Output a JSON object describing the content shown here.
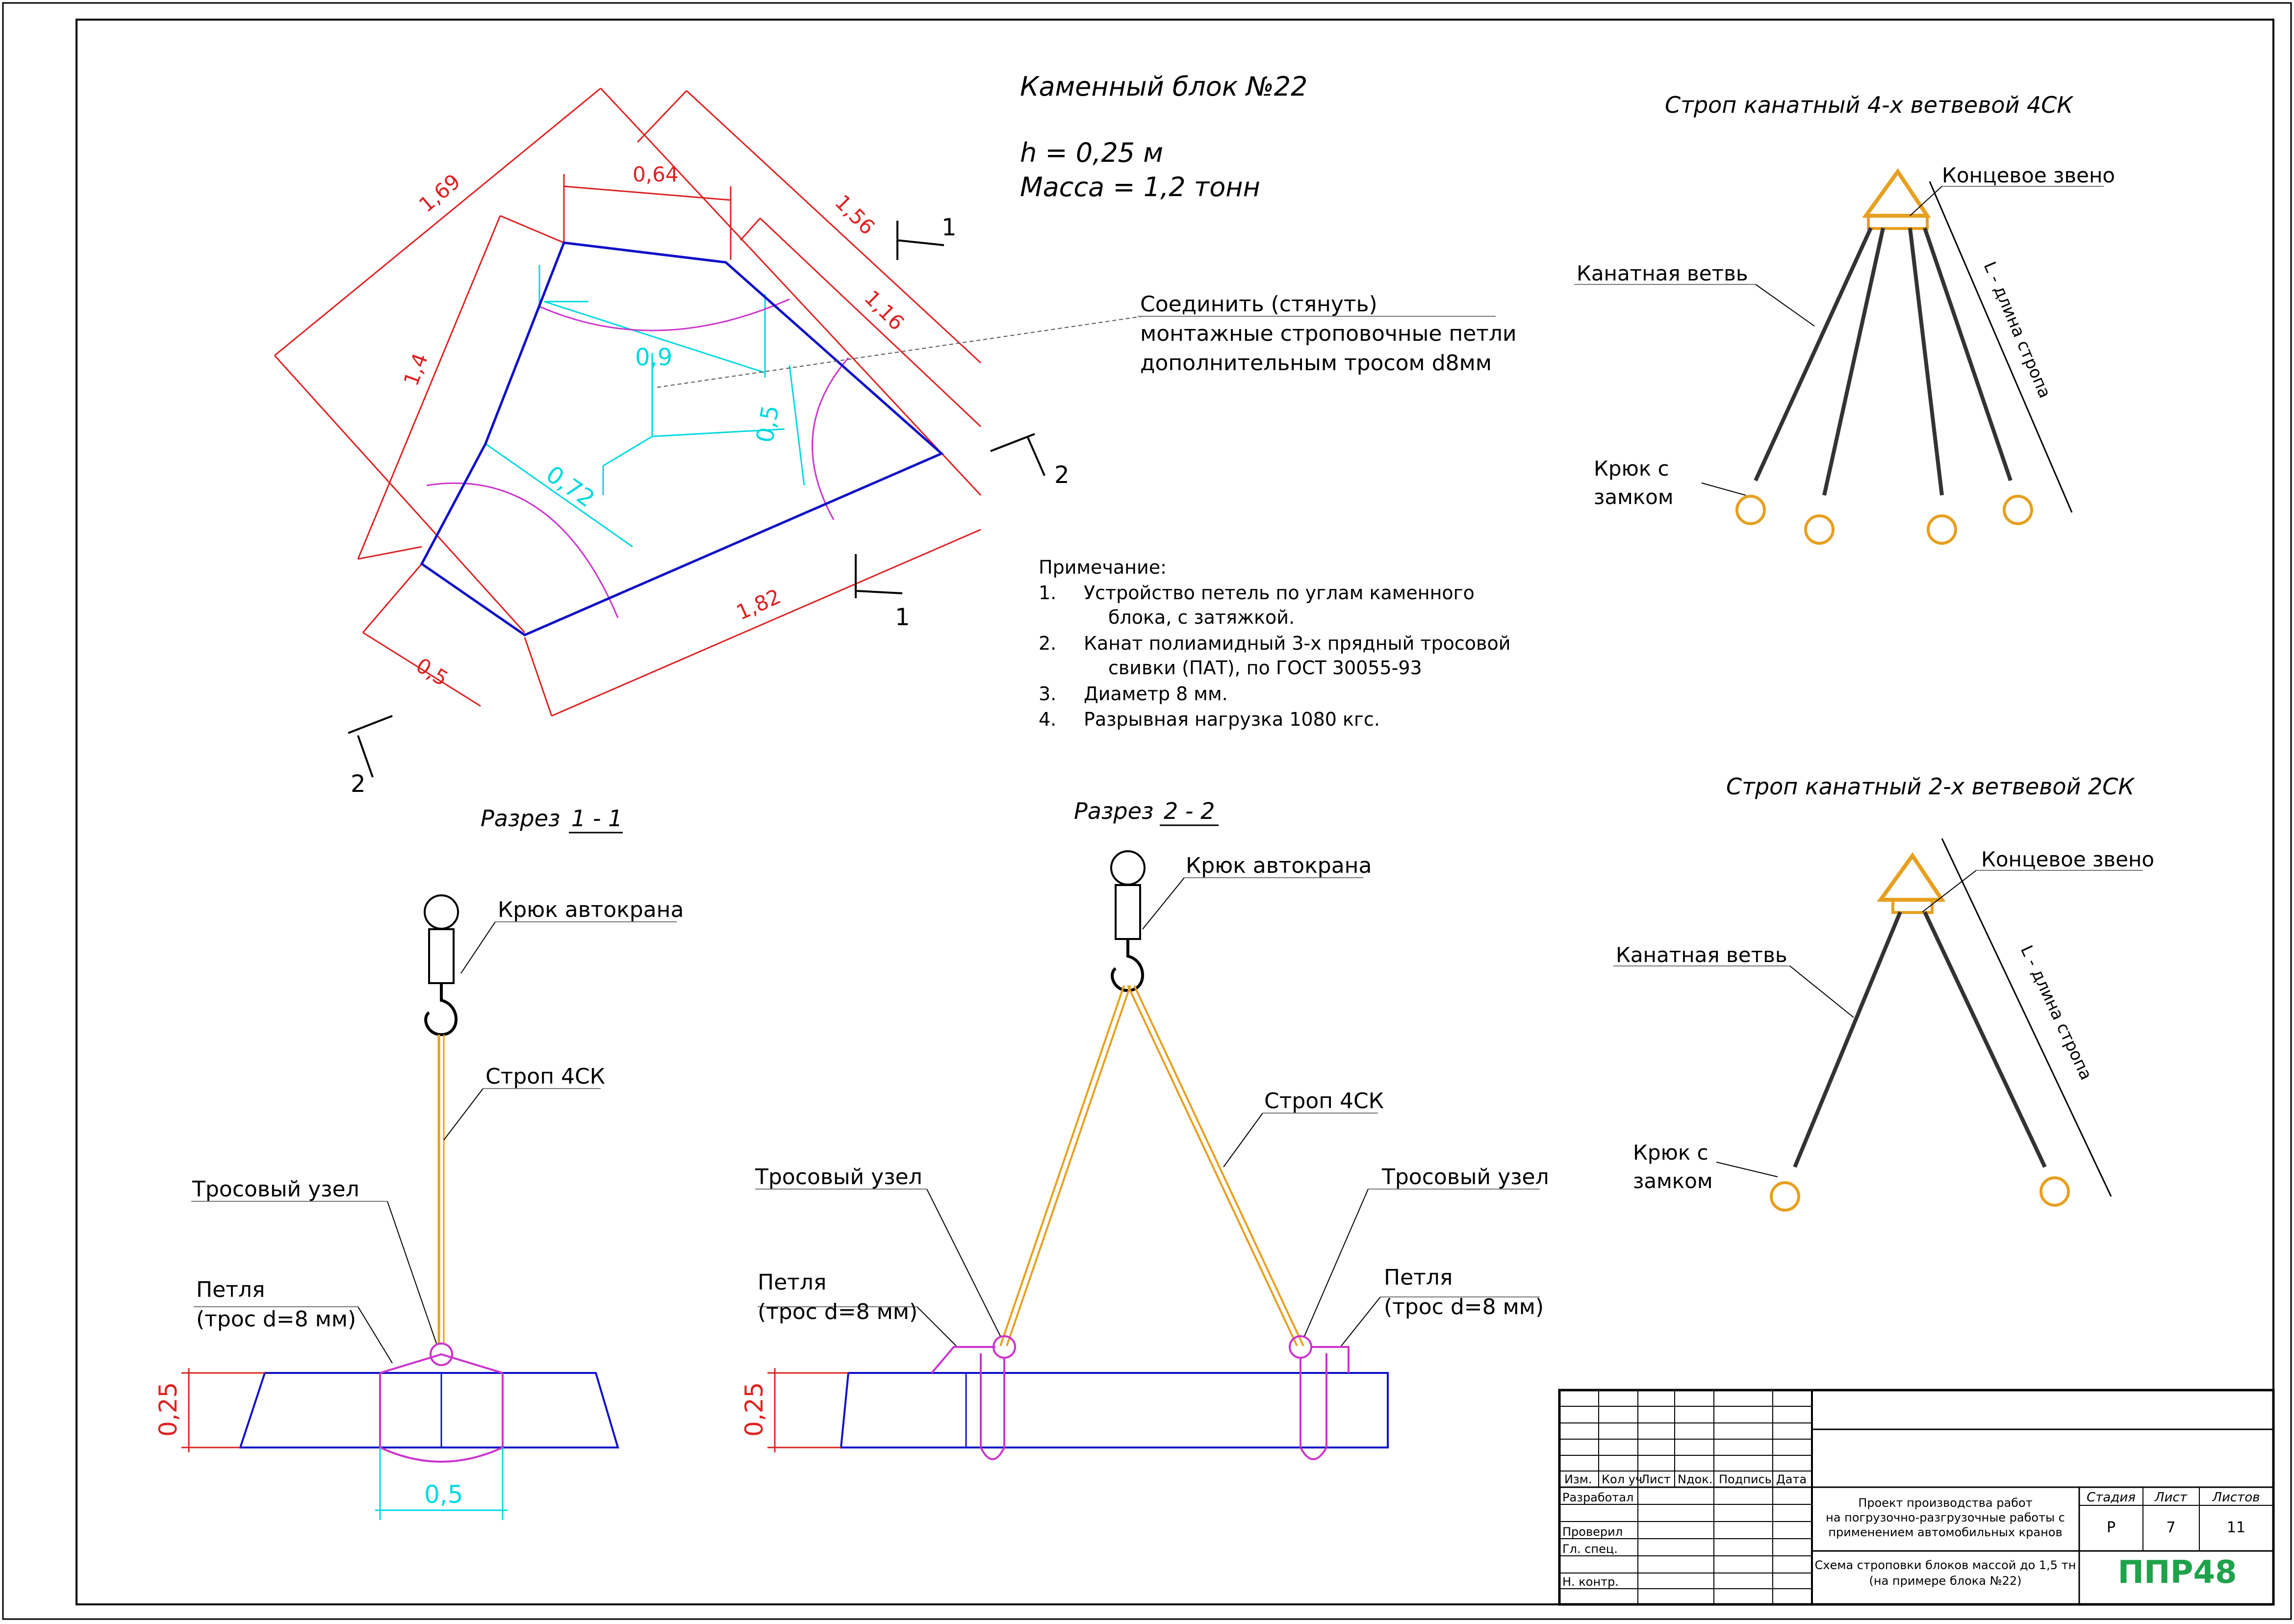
{
  "block": {
    "title": "Каменный блок №22",
    "h": "h = 0,25 м",
    "mass": "Масса   = 1,2 тонн"
  },
  "plan_dims": {
    "d169": "1,69",
    "d064": "0,64",
    "d156": "1,56",
    "d116": "1,16",
    "d14": "1,4",
    "d09": "0,9",
    "d05a": "0,5",
    "d072": "0,72",
    "d182": "1,82",
    "d05b": "0,5"
  },
  "section_marks": {
    "s1": "1",
    "s2": "2"
  },
  "plan_callout": {
    "line1": "Соединить (стянуть)",
    "line2": "монтажные строповочные петли",
    "line3": "дополнительным тросом d8мм"
  },
  "notes": {
    "header": "Примечание:",
    "items": [
      {
        "num": "1.",
        "lines": [
          "Устройство петель по углам каменного",
          "блока, с затяжкой."
        ]
      },
      {
        "num": "2.",
        "lines": [
          "Канат полиамидный 3-х прядный тросовой",
          "свивки (ПАТ), по ГОСТ 30055-93"
        ]
      },
      {
        "num": "3.",
        "lines": [
          "Диаметр 8 мм."
        ]
      },
      {
        "num": "4.",
        "lines": [
          "Разрывная нагрузка 1080 кгс."
        ]
      }
    ]
  },
  "sling4": {
    "title": "Строп канатный 4-х ветвевой 4СК",
    "end_link": "Концевое звено",
    "rope_branch": "Канатная ветвь",
    "hook_l1": "Крюк с",
    "hook_l2": "замком",
    "length": "L - длина стропа"
  },
  "sling2": {
    "title": "Строп канатный 2-х ветвевой 2СК",
    "end_link": "Концевое звено",
    "rope_branch": "Канатная ветвь",
    "hook_l1": "Крюк с",
    "hook_l2": "замком",
    "length": "L - длина стропа"
  },
  "section11": {
    "title_prefix": "Разрез",
    "title_mark": "1 - 1",
    "crane_hook": "Крюк автокрана",
    "sling": "Строп 4СК",
    "knot": "Тросовый узел",
    "loop_l1": "Петля",
    "loop_l2": "(трос d=8 мм)",
    "height": "0,25",
    "width": "0,5"
  },
  "section22": {
    "title_prefix": "Разрез",
    "title_mark": "2 - 2",
    "crane_hook": "Крюк автокрана",
    "sling": "Строп 4СК",
    "knot_left": "Тросовый узел",
    "knot_right": "Тросовый узел",
    "loop_left_l1": "Петля",
    "loop_left_l2": "(трос d=8 мм)",
    "loop_right_l1": "Петля",
    "loop_right_l2": "(трос d=8 мм)",
    "height": "0,25"
  },
  "title_block": {
    "col_izm": "Изм.",
    "col_kol": "Кол уч",
    "col_list": "Лист",
    "col_ndok": "Nдок.",
    "col_podpis": "Подпись",
    "col_data": "Дата",
    "razrabotal": "Разработал",
    "proveril": "Проверил",
    "gl_spec": "Гл. спец.",
    "n_kontr": "Н. контр.",
    "project_l1": "Проект производства работ",
    "project_l2": "на погрузочно-разгрузочные работы с",
    "project_l3": "применением автомобильных кранов",
    "sheet_l1": "Схема строповки блоков массой до 1,5 тн",
    "sheet_l2": "(на примере блока №22)",
    "stage_h": "Стадия",
    "list_h": "Лист",
    "lists_h": "Листов",
    "stage": "Р",
    "list": "7",
    "lists": "11",
    "logo": "ППР48"
  },
  "colors": {
    "outline": "#1010c8",
    "dimension": "#d22222",
    "inner_dim": "#00d8e0",
    "loop": "#cc33cc",
    "sling": "#e6a020",
    "rope": "#333333",
    "logo": "#1fa24a"
  }
}
